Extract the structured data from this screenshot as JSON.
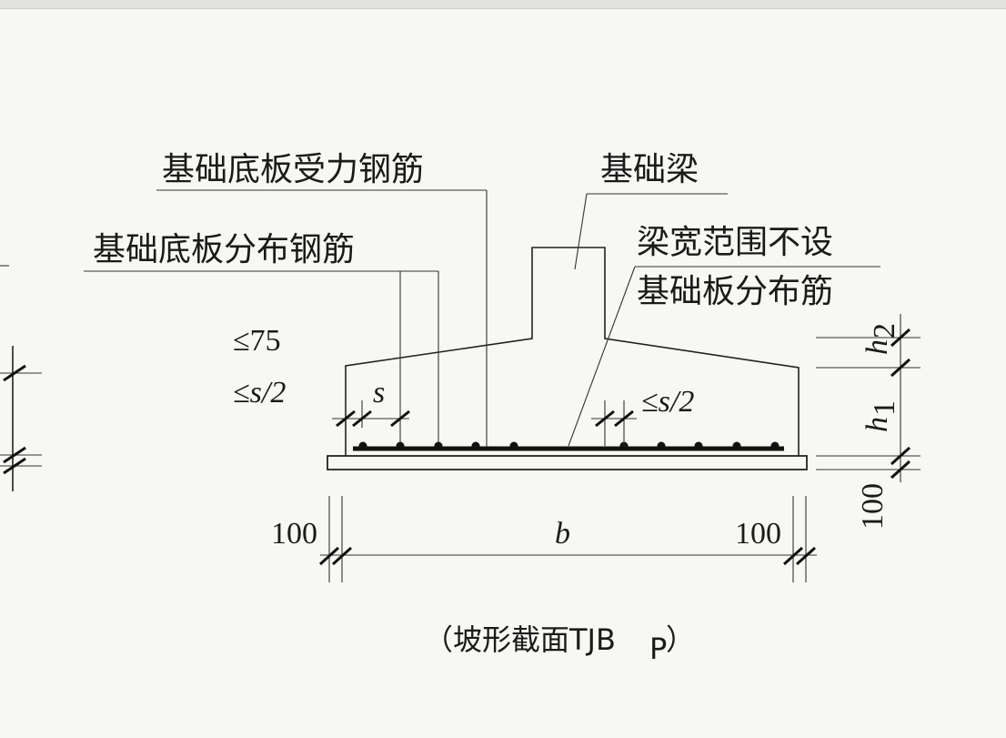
{
  "labels": {
    "bottom_main_rebar": "基础底板受力钢筋",
    "foundation_beam": "基础梁",
    "bottom_distribution_rebar": "基础底板分布钢筋",
    "no_distribution_line1": "梁宽范围不设",
    "no_distribution_line2": "基础板分布筋"
  },
  "dimensions": {
    "le75": "≤75",
    "le_s2_left": "≤s/2",
    "s": "s",
    "le_s2_right": "≤s/2",
    "left_100": "100",
    "right_100": "100",
    "b": "b",
    "h1": "h",
    "h1_sub": "1",
    "h2": "h",
    "h2_sub": "2",
    "vertical_100": "100"
  },
  "caption": {
    "open": "（",
    "text": "坡形截面TJB",
    "sub": "P",
    "close": "）"
  }
}
